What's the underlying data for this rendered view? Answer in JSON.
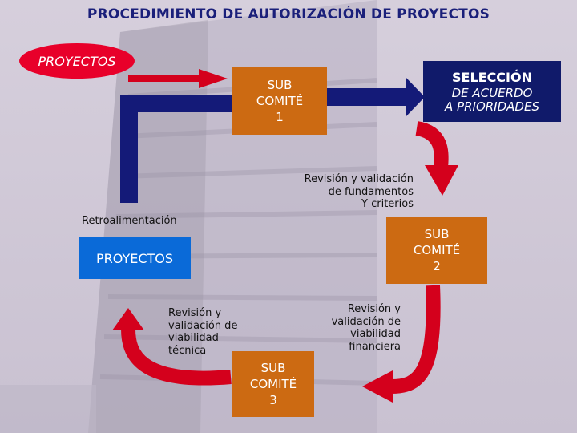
{
  "title": "PROCEDIMIENTO DE AUTORIZACIÓN DE PROYECTOS",
  "start_oval": "PROYECTOS",
  "sub_comite_1": [
    "SUB",
    "COMITÉ",
    "1"
  ],
  "seleccion": {
    "heading": "SELECCIÓN",
    "lines": [
      "DE ACUERDO",
      "A PRIORIDADES"
    ]
  },
  "fundamentos_note": [
    "Revisión y validación",
    "de fundamentos",
    "Y criterios"
  ],
  "retroalimentacion": "Retroalimentación",
  "sub_comite_2": [
    "SUB",
    "COMITÉ",
    "2"
  ],
  "proyectos_box": "PROYECTOS",
  "financiera_note": [
    "Revisión y",
    "validación de",
    "viabilidad",
    "financiera"
  ],
  "tecnica_note": [
    "Revisión y",
    "validación de",
    "viabilidad",
    "técnica"
  ],
  "sub_comite_3": [
    "SUB",
    "COMITÉ",
    "3"
  ],
  "colors": {
    "background": "#cfc8d6",
    "title": "#1a1f7a",
    "oval": "#e8002a",
    "orange_box": "#cc6a12",
    "navy_box": "#101a6a",
    "blue_box": "#0a6ad8",
    "red_arrow": "#d4001c",
    "navy_arrow": "#141a78"
  }
}
